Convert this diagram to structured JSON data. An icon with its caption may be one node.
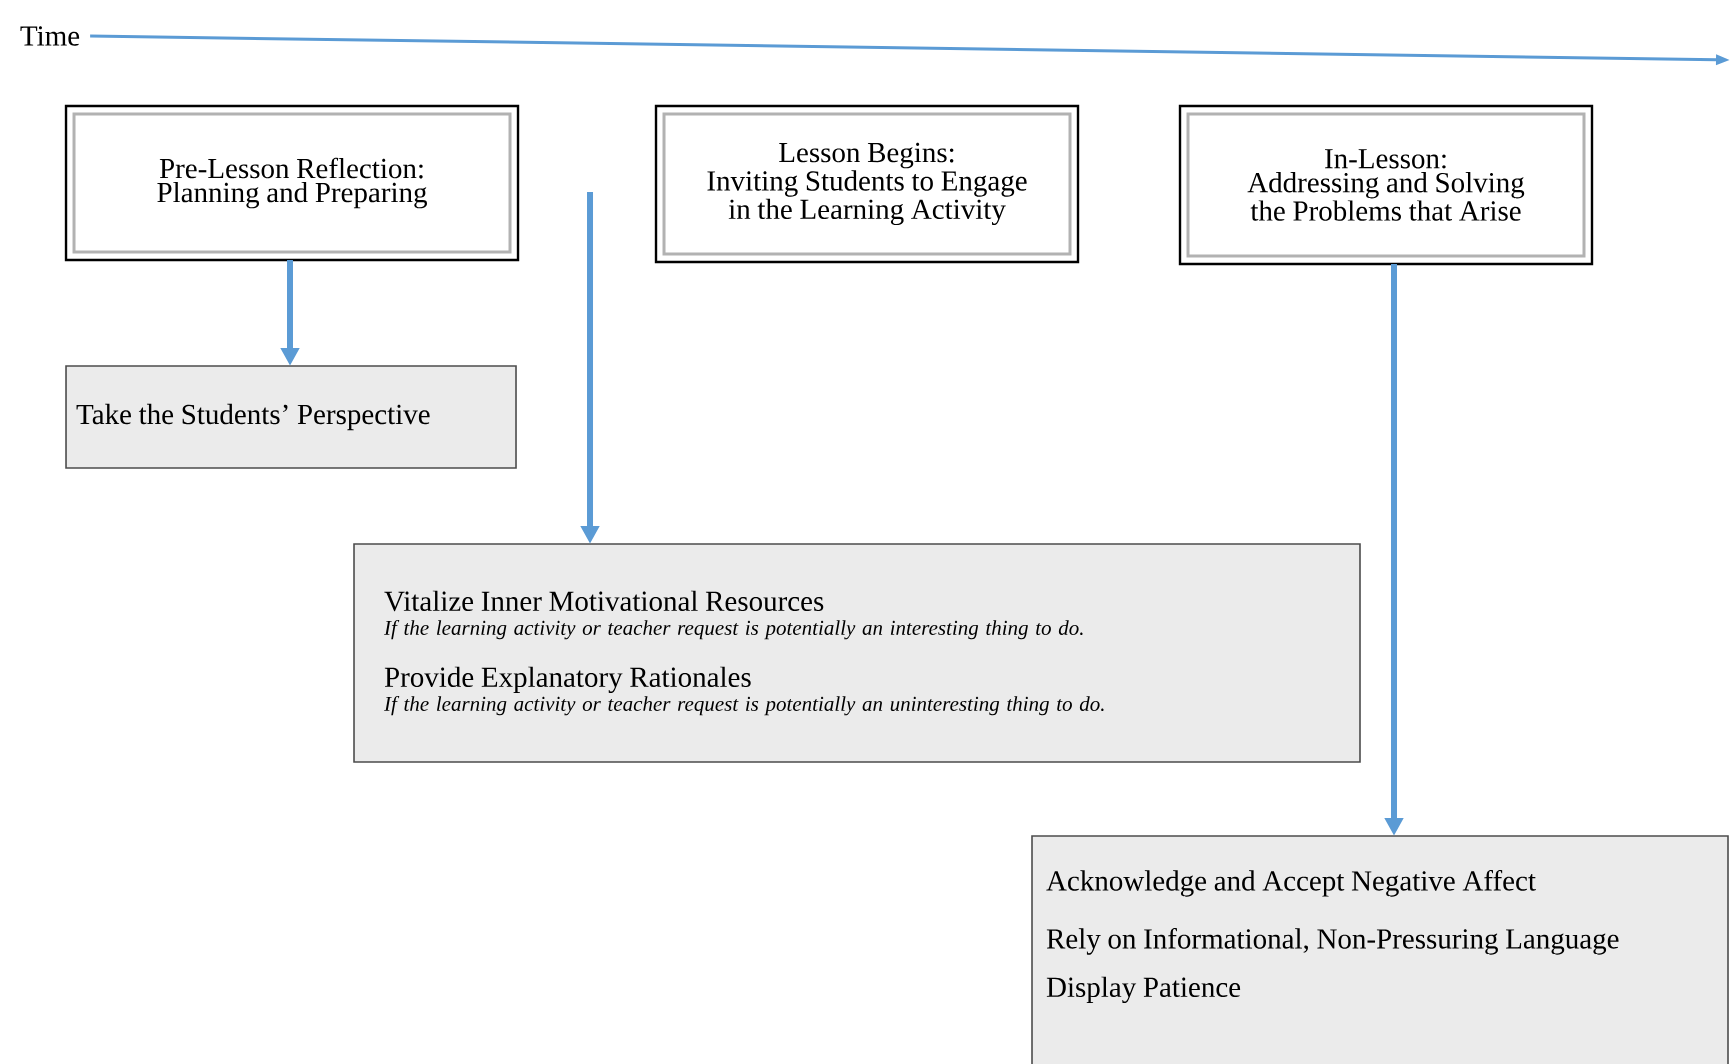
{
  "diagram": {
    "nodes": [
      {
        "text": [
          "Time"
        ]
      },
      {
        "text": [
          "Pre-Lesson Reflection:",
          "Planning and Preparing"
        ]
      },
      {
        "text": [
          "Lesson Begins:",
          "Inviting Students to Engage in the Learning Activity"
        ]
      },
      {
        "text": [
          "In-Lesson:",
          "Addressing and Solving the Problems that Arise"
        ]
      },
      {
        "text": [
          "Take the Students’ Perspective"
        ]
      },
      {
        "text": [
          "Vitalize Inner Motivational Resources",
          "If the learning activity or teacher request is potentially an interesting thing to do.",
          "Provide Explanatory Rationales",
          "If the learning activity or teacher request is potentially an uninteresting thing to do."
        ]
      },
      {
        "text": [
          "Acknowledge and Accept Negative Affect",
          "Rely on Informational, Non-Pressuring Language",
          "Display Patience"
        ]
      }
    ],
    "edges": [
      {
        "from": 0,
        "to": null,
        "arrow": "to"
      },
      {
        "from": 1,
        "to": 4,
        "arrow": "to"
      },
      {
        "from": null,
        "to": 5,
        "arrow": "to"
      },
      {
        "from": 3,
        "to": 6,
        "arrow": "to"
      }
    ]
  }
}
